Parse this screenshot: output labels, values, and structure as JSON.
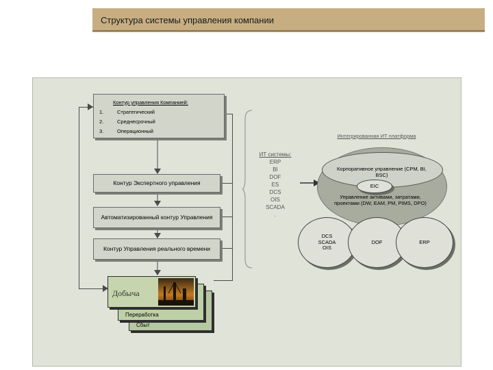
{
  "title": "Структура системы управления компании",
  "contour_list": {
    "heading": "Контур управления Компанией:",
    "items": [
      {
        "num": "1.",
        "label": "Стратегический"
      },
      {
        "num": "2.",
        "label": "Среднесрочный"
      },
      {
        "num": "3.",
        "label": "Операционный"
      }
    ]
  },
  "contours": {
    "expert": "Контур Экспертного управления",
    "automated": "Автоматизированный контур Управления",
    "realtime": "Контур Управления реального времени"
  },
  "operations": {
    "production": "Добыча",
    "processing": "Переработка",
    "sales": "Сбыт"
  },
  "it_systems": {
    "heading": "ИТ системы:",
    "items": [
      "ERP",
      "BI",
      "DOF",
      "ES",
      "DCS",
      "OIS",
      "SCADA",
      "."
    ]
  },
  "platform": {
    "title": "Интегрированная ИТ платформа",
    "corporate": "Корпоративное управление (CPM, BI, BSC)",
    "eic": "EIC",
    "assets": "Управление активами, затратами, проектами (DW, EAM, PM, PIMS, DPO)",
    "dcs": "DCS SCADA OIS",
    "dof": "DOF",
    "erp": "ERP"
  }
}
